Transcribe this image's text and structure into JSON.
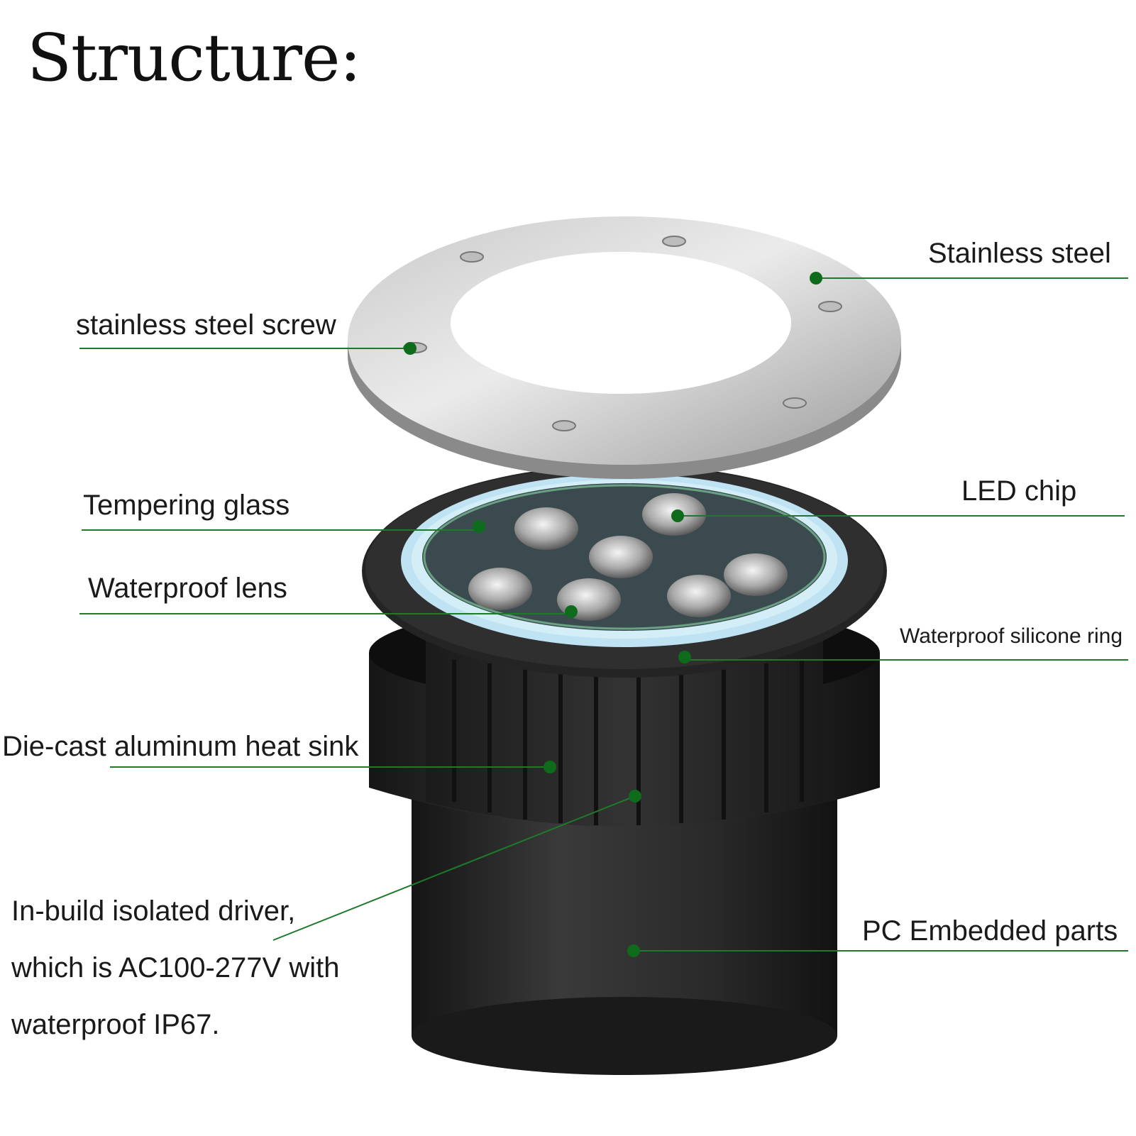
{
  "title": "Structure:",
  "labels": {
    "stainless_steel": "Stainless steel",
    "stainless_steel_screw": "stainless steel screw",
    "tempering_glass": "Tempering glass",
    "led_chip": "LED chip",
    "waterproof_lens": "Waterproof lens",
    "waterproof_silicone_ring": "Waterproof silicone ring",
    "heat_sink": "Die-cast aluminum heat sink",
    "driver_line1": "In-build isolated driver,",
    "driver_line2": "which is AC100-277V with",
    "driver_line3": "waterproof IP67.",
    "pc_embedded_parts": "PC Embedded parts"
  },
  "colors": {
    "leader": "#1e7a2a",
    "dot": "#0f6b1c",
    "steel_light": "#d9d9d9",
    "steel_dark": "#8d8d8d",
    "housing": "#262626",
    "silicone": "#bfe3f3"
  }
}
